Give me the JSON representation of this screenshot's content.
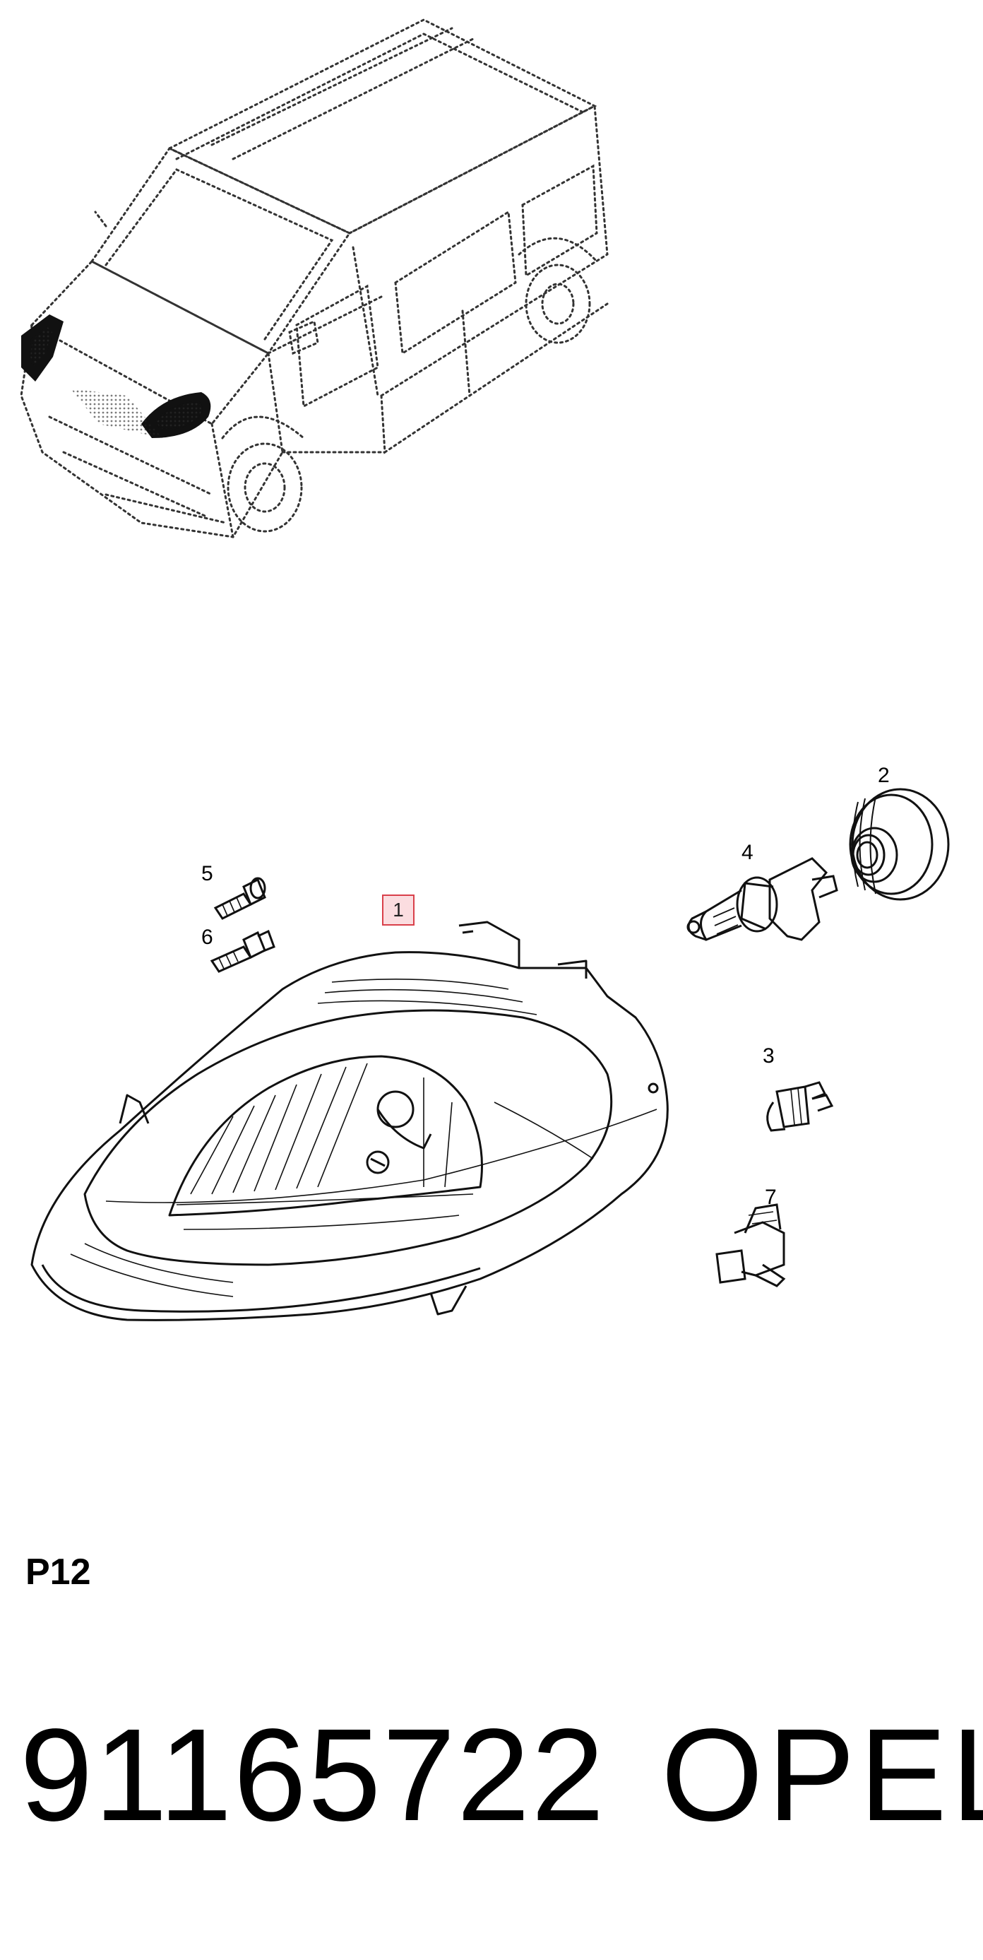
{
  "callouts": {
    "c1": "1",
    "c2": "2",
    "c3": "3",
    "c4": "4",
    "c5": "5",
    "c6": "6",
    "c7": "7"
  },
  "footer": {
    "section_code": "P12",
    "part_number": "91165722",
    "brand": "OPEL"
  }
}
